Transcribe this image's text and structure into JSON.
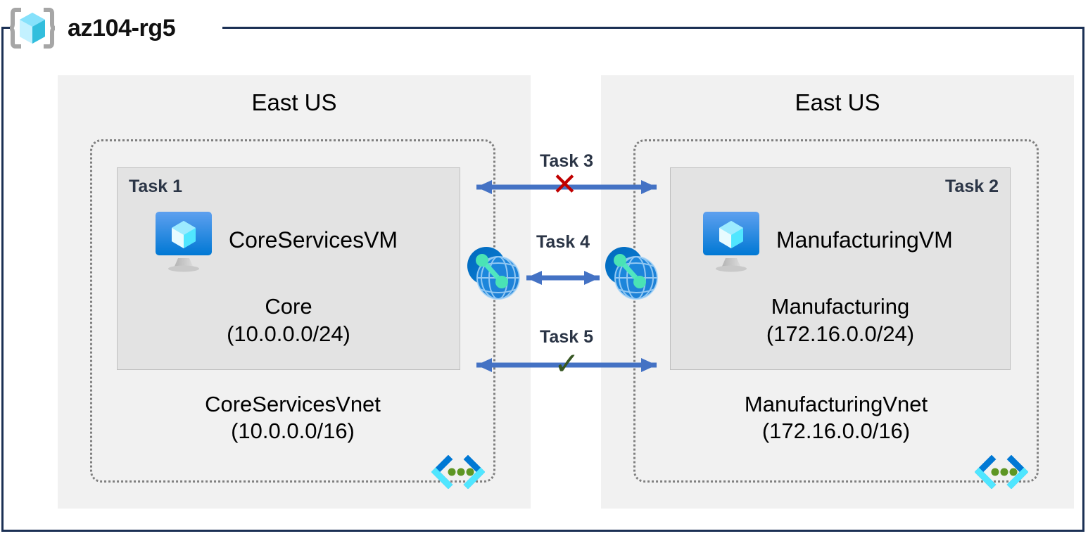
{
  "resource_group": {
    "name": "az104-rg5",
    "icon": "resource-group-cube-icon"
  },
  "regions": [
    {
      "id": "left",
      "label": "East US",
      "vnet": {
        "name": "CoreServicesVnet",
        "cidr": "(10.0.0.0/16)",
        "corner_icon": "virtual-network-icon"
      },
      "subnet": {
        "task_tag": "Task 1",
        "task_tag_align": "left",
        "name": "Core",
        "cidr": "(10.0.0.0/24)",
        "vm": {
          "name": "CoreServicesVM",
          "icon": "virtual-machine-icon"
        }
      }
    },
    {
      "id": "right",
      "label": "East US",
      "vnet": {
        "name": "ManufacturingVnet",
        "cidr": "(172.16.0.0/16)",
        "corner_icon": "virtual-network-icon"
      },
      "subnet": {
        "task_tag": "Task 2",
        "task_tag_align": "right",
        "name": "Manufacturing",
        "cidr": "(172.16.0.0/24)",
        "vm": {
          "name": "ManufacturingVM",
          "icon": "virtual-machine-icon"
        }
      }
    }
  ],
  "connections": [
    {
      "id": "task3",
      "label": "Task 3",
      "status_mark": "✕",
      "status": "blocked",
      "direction": "bidirectional"
    },
    {
      "id": "task4",
      "label": "Task 4",
      "status_mark": "",
      "status": "peering",
      "direction": "bidirectional"
    },
    {
      "id": "task5",
      "label": "Task 5",
      "status_mark": "✓",
      "status": "allowed",
      "direction": "bidirectional"
    }
  ],
  "peering_icons": [
    {
      "id": "peer-left",
      "icon": "vnet-peering-icon"
    },
    {
      "id": "peer-right",
      "icon": "vnet-peering-icon"
    }
  ],
  "colors": {
    "frame": "#1b3054",
    "region_bg": "#f1f1f1",
    "subnet_bg": "#e3e3e3",
    "vnet_border": "#7f7f7f",
    "arrow": "#4472c4",
    "blocked": "#c00000",
    "allowed": "#375623",
    "azure_blue": "#0078d4",
    "icon_cyan": "#50e6ff"
  }
}
